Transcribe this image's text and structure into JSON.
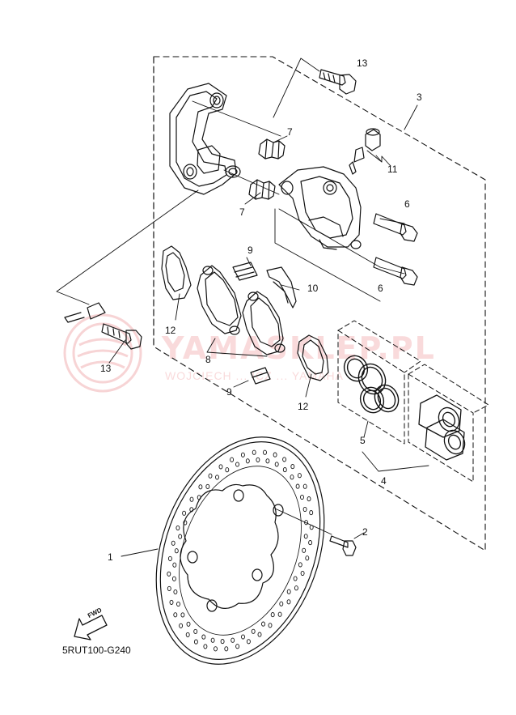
{
  "watermark": {
    "main": "YAMASKLEP.PL",
    "sub": "WOJCIECH ... ICZ ... YAMAHA"
  },
  "parts": [
    {
      "ref": "1",
      "name": "brake-disc"
    },
    {
      "ref": "2",
      "name": "disc-bolt"
    },
    {
      "ref": "3",
      "name": "caliper-assembly"
    },
    {
      "ref": "4",
      "name": "caliper-seal-kit"
    },
    {
      "ref": "5",
      "name": "piston-seal-kit"
    },
    {
      "ref": "6",
      "name": "caliper-bolt"
    },
    {
      "ref": "7",
      "name": "pin-boot"
    },
    {
      "ref": "8",
      "name": "brake-pad-kit"
    },
    {
      "ref": "9",
      "name": "pad-shim"
    },
    {
      "ref": "10",
      "name": "pad-spring"
    },
    {
      "ref": "11",
      "name": "bleed-screw"
    },
    {
      "ref": "12",
      "name": "pad-insulator"
    },
    {
      "ref": "13",
      "name": "bracket-bolt"
    }
  ],
  "callouts": {
    "c1": "1",
    "c2": "2",
    "c3": "3",
    "c4": "4",
    "c5": "5",
    "c6a": "6",
    "c6b": "6",
    "c7a": "7",
    "c7b": "7",
    "c8": "8",
    "c9a": "9",
    "c9b": "9",
    "c10": "10",
    "c11": "11",
    "c12a": "12",
    "c12b": "12",
    "c13a": "13",
    "c13b": "13"
  },
  "fwd_label": "FWD",
  "diagram_code": "5RUT100-G240",
  "colors": {
    "line": "#111111",
    "watermark": "#e2565c"
  }
}
